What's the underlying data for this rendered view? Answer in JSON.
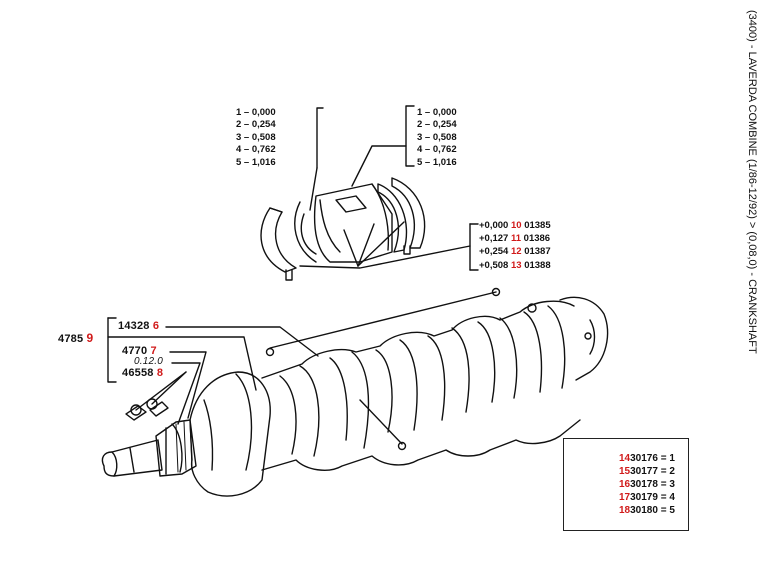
{
  "title": "(3400) - LAVERDA COMBINE (1/86-12/92) > (0,08,0) - CRANKSHAFT",
  "bearing_sizes_left": [
    "1 – 0,000",
    "2 – 0,254",
    "3 – 0,508",
    "4 – 0,762",
    "5 – 1,016"
  ],
  "bearing_sizes_right": [
    "1 – 0,000",
    "2 – 0,254",
    "3 – 0,508",
    "4 – 0,762",
    "5 – 1,016"
  ],
  "thrust_washers": [
    {
      "size": "+0,000",
      "ref": "10",
      "part": "01385"
    },
    {
      "size": "+0,127",
      "ref": "11",
      "part": "01386"
    },
    {
      "size": "+0,254",
      "ref": "12",
      "part": "01387"
    },
    {
      "size": "+0,508",
      "ref": "13",
      "part": "01388"
    }
  ],
  "crank_parts": {
    "part_14328": "14328",
    "ref_6": "6",
    "part_4785": "4785",
    "ref_9": "9",
    "part_4770": "4770",
    "ref_7": "7",
    "note_0120": "0.12.0",
    "part_46558": "46558",
    "ref_8": "8"
  },
  "insert_parts": [
    {
      "ref": "14",
      "part": "30176",
      "qty": "= 1"
    },
    {
      "ref": "15",
      "part": "30177",
      "qty": "= 2"
    },
    {
      "ref": "16",
      "part": "30178",
      "qty": "= 3"
    },
    {
      "ref": "17",
      "part": "30179",
      "qty": "= 4"
    },
    {
      "ref": "18",
      "part": "30180",
      "qty": "= 5"
    }
  ]
}
